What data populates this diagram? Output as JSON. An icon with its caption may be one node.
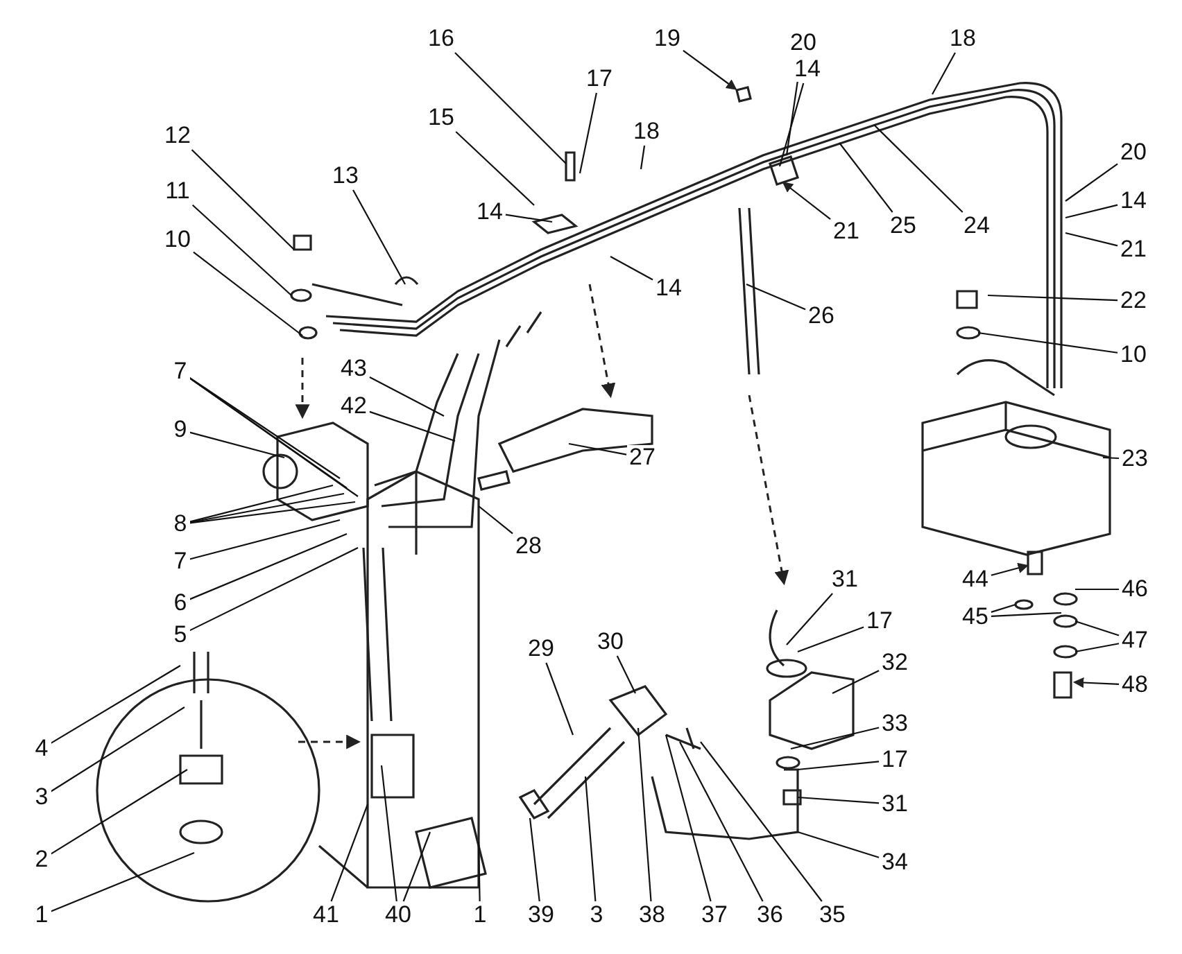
{
  "diagram": {
    "nodes": [
      {
        "text": [
          "16"
        ]
      },
      {
        "text": [
          "17"
        ]
      },
      {
        "text": [
          "19"
        ]
      },
      {
        "text": [
          "20"
        ]
      },
      {
        "text": [
          "14"
        ]
      },
      {
        "text": [
          "18"
        ]
      },
      {
        "text": [
          "15"
        ]
      },
      {
        "text": [
          "12"
        ]
      },
      {
        "text": [
          "13"
        ]
      },
      {
        "text": [
          "11"
        ]
      },
      {
        "text": [
          "18"
        ]
      },
      {
        "text": [
          "14"
        ]
      },
      {
        "text": [
          "21"
        ]
      },
      {
        "text": [
          "25"
        ]
      },
      {
        "text": [
          "24"
        ]
      },
      {
        "text": [
          "20"
        ]
      },
      {
        "text": [
          "14"
        ]
      },
      {
        "text": [
          "21"
        ]
      },
      {
        "text": [
          "10"
        ]
      },
      {
        "text": [
          "14"
        ]
      },
      {
        "text": [
          "26"
        ]
      },
      {
        "text": [
          "22"
        ]
      },
      {
        "text": [
          "10"
        ]
      },
      {
        "text": [
          "43"
        ]
      },
      {
        "text": [
          "7"
        ]
      },
      {
        "text": [
          "42"
        ]
      },
      {
        "text": [
          "9"
        ]
      },
      {
        "text": [
          "27"
        ]
      },
      {
        "text": [
          "23"
        ]
      },
      {
        "text": [
          "8"
        ]
      },
      {
        "text": [
          "7"
        ]
      },
      {
        "text": [
          "28"
        ]
      },
      {
        "text": [
          "6"
        ]
      },
      {
        "text": [
          "5"
        ]
      },
      {
        "text": [
          "31"
        ]
      },
      {
        "text": [
          "17"
        ]
      },
      {
        "text": [
          "44"
        ]
      },
      {
        "text": [
          "45"
        ]
      },
      {
        "text": [
          "46"
        ]
      },
      {
        "text": [
          "47"
        ]
      },
      {
        "text": [
          "48"
        ]
      },
      {
        "text": [
          "29"
        ]
      },
      {
        "text": [
          "30"
        ]
      },
      {
        "text": [
          "32"
        ]
      },
      {
        "text": [
          "4"
        ]
      },
      {
        "text": [
          "3"
        ]
      },
      {
        "text": [
          "33"
        ]
      },
      {
        "text": [
          "17"
        ]
      },
      {
        "text": [
          "31"
        ]
      },
      {
        "text": [
          "2"
        ]
      },
      {
        "text": [
          "34"
        ]
      },
      {
        "text": [
          "1"
        ]
      },
      {
        "text": [
          "41"
        ]
      },
      {
        "text": [
          "40"
        ]
      },
      {
        "text": [
          "1"
        ]
      },
      {
        "text": [
          "39"
        ]
      },
      {
        "text": [
          "3"
        ]
      },
      {
        "text": [
          "38"
        ]
      },
      {
        "text": [
          "37"
        ]
      },
      {
        "text": [
          "36"
        ]
      },
      {
        "text": [
          "35"
        ]
      }
    ],
    "edges": [
      {
        "from": 0,
        "to": null,
        "arrow": "none"
      },
      {
        "from": 1,
        "to": null,
        "arrow": "none"
      },
      {
        "from": 2,
        "to": null,
        "arrow": "to"
      },
      {
        "from": 3,
        "to": null,
        "arrow": "none"
      },
      {
        "from": 4,
        "to": null,
        "arrow": "none"
      },
      {
        "from": 5,
        "to": null,
        "arrow": "none"
      },
      {
        "from": 6,
        "to": null,
        "arrow": "none"
      },
      {
        "from": 7,
        "to": null,
        "arrow": "none"
      },
      {
        "from": 8,
        "to": null,
        "arrow": "none"
      },
      {
        "from": 9,
        "to": null,
        "arrow": "none"
      },
      {
        "from": 10,
        "to": null,
        "arrow": "none"
      },
      {
        "from": 11,
        "to": null,
        "arrow": "none"
      },
      {
        "from": 12,
        "to": null,
        "arrow": "to"
      },
      {
        "from": 13,
        "to": null,
        "arrow": "none"
      },
      {
        "from": 14,
        "to": null,
        "arrow": "none"
      },
      {
        "from": 15,
        "to": null,
        "arrow": "none"
      },
      {
        "from": 16,
        "to": null,
        "arrow": "none"
      },
      {
        "from": 17,
        "to": null,
        "arrow": "none"
      },
      {
        "from": 18,
        "to": null,
        "arrow": "none"
      },
      {
        "from": 19,
        "to": null,
        "arrow": "none"
      },
      {
        "from": 20,
        "to": null,
        "arrow": "none"
      },
      {
        "from": 21,
        "to": null,
        "arrow": "none"
      },
      {
        "from": 22,
        "to": null,
        "arrow": "none"
      },
      {
        "from": 23,
        "to": null,
        "arrow": "none"
      },
      {
        "from": 24,
        "to": null,
        "arrow": "none"
      },
      {
        "from": 24,
        "to": null,
        "arrow": "none"
      },
      {
        "from": 24,
        "to": null,
        "arrow": "none"
      },
      {
        "from": 25,
        "to": null,
        "arrow": "none"
      },
      {
        "from": 26,
        "to": null,
        "arrow": "none"
      },
      {
        "from": 27,
        "to": null,
        "arrow": "none"
      },
      {
        "from": 28,
        "to": null,
        "arrow": "none"
      },
      {
        "from": 29,
        "to": null,
        "arrow": "none"
      },
      {
        "from": 29,
        "to": null,
        "arrow": "none"
      },
      {
        "from": 29,
        "to": null,
        "arrow": "none"
      },
      {
        "from": 30,
        "to": null,
        "arrow": "none"
      },
      {
        "from": 31,
        "to": null,
        "arrow": "none"
      },
      {
        "from": 32,
        "to": null,
        "arrow": "none"
      },
      {
        "from": 33,
        "to": null,
        "arrow": "none"
      },
      {
        "from": 34,
        "to": null,
        "arrow": "none"
      },
      {
        "from": 35,
        "to": null,
        "arrow": "none"
      },
      {
        "from": 36,
        "to": null,
        "arrow": "to"
      },
      {
        "from": 37,
        "to": null,
        "arrow": "none"
      },
      {
        "from": 37,
        "to": null,
        "arrow": "none"
      },
      {
        "from": 38,
        "to": null,
        "arrow": "none"
      },
      {
        "from": 39,
        "to": null,
        "arrow": "none"
      },
      {
        "from": 39,
        "to": null,
        "arrow": "none"
      },
      {
        "from": 40,
        "to": null,
        "arrow": "to"
      },
      {
        "from": 41,
        "to": null,
        "arrow": "none"
      },
      {
        "from": 42,
        "to": null,
        "arrow": "none"
      },
      {
        "from": 43,
        "to": null,
        "arrow": "none"
      },
      {
        "from": 44,
        "to": null,
        "arrow": "none"
      },
      {
        "from": 45,
        "to": null,
        "arrow": "none"
      },
      {
        "from": 46,
        "to": null,
        "arrow": "none"
      },
      {
        "from": 47,
        "to": null,
        "arrow": "none"
      },
      {
        "from": 48,
        "to": null,
        "arrow": "none"
      },
      {
        "from": 49,
        "to": null,
        "arrow": "none"
      },
      {
        "from": 50,
        "to": null,
        "arrow": "none"
      },
      {
        "from": 51,
        "to": null,
        "arrow": "none"
      },
      {
        "from": 52,
        "to": null,
        "arrow": "none"
      },
      {
        "from": 53,
        "to": null,
        "arrow": "none"
      },
      {
        "from": 53,
        "to": null,
        "arrow": "none"
      },
      {
        "from": 54,
        "to": null,
        "arrow": "none"
      },
      {
        "from": 55,
        "to": null,
        "arrow": "none"
      },
      {
        "from": 56,
        "to": null,
        "arrow": "none"
      },
      {
        "from": 57,
        "to": null,
        "arrow": "none"
      },
      {
        "from": 58,
        "to": null,
        "arrow": "none"
      },
      {
        "from": 59,
        "to": null,
        "arrow": "none"
      },
      {
        "from": 60,
        "to": null,
        "arrow": "none"
      }
    ]
  }
}
